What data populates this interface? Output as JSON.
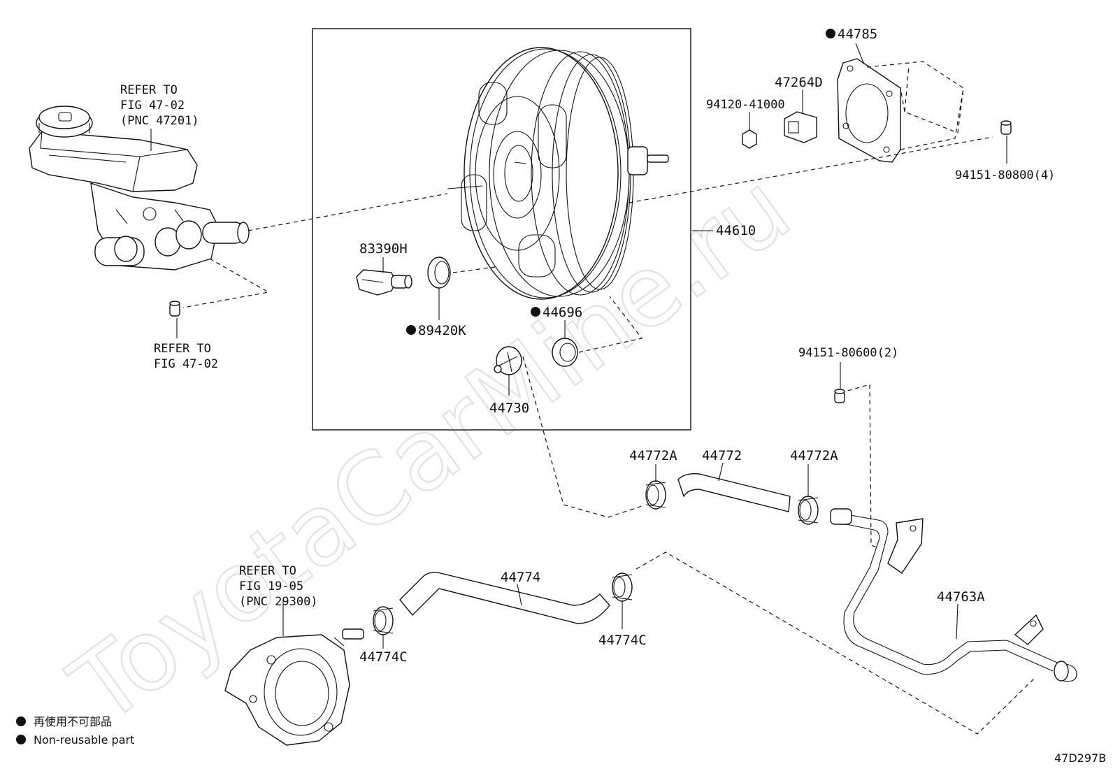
{
  "watermark": "ToyotaCarMine.ru",
  "figure_id": "47D297B",
  "legend": {
    "items": [
      {
        "icon": "filled-dot-icon",
        "text": "再使用不可部品"
      },
      {
        "icon": "filled-dot-icon",
        "text": "Non-reusable part"
      }
    ]
  },
  "refs": {
    "master_cylinder": [
      "REFER TO",
      "FIG 47-02",
      "(PNC 47201)"
    ],
    "small_plug": [
      "REFER TO",
      "FIG 47-02"
    ],
    "vacuum_pump": [
      "REFER TO",
      "FIG 19-05",
      "(PNC 29300)"
    ]
  },
  "parts": {
    "p44785": "44785",
    "p47264D": "47264D",
    "p94120": "94120-41000",
    "p94151_4": "94151-80800(4)",
    "p44610": "44610",
    "p83390H": "83390H",
    "p89420K": "89420K",
    "p44696": "44696",
    "p44730": "44730",
    "p94151_2": "94151-80600(2)",
    "p44772A_left": "44772A",
    "p44772": "44772",
    "p44772A_right": "44772A",
    "p44774": "44774",
    "p44774C_left": "44774C",
    "p44774C_right": "44774C",
    "p44763A": "44763A"
  }
}
